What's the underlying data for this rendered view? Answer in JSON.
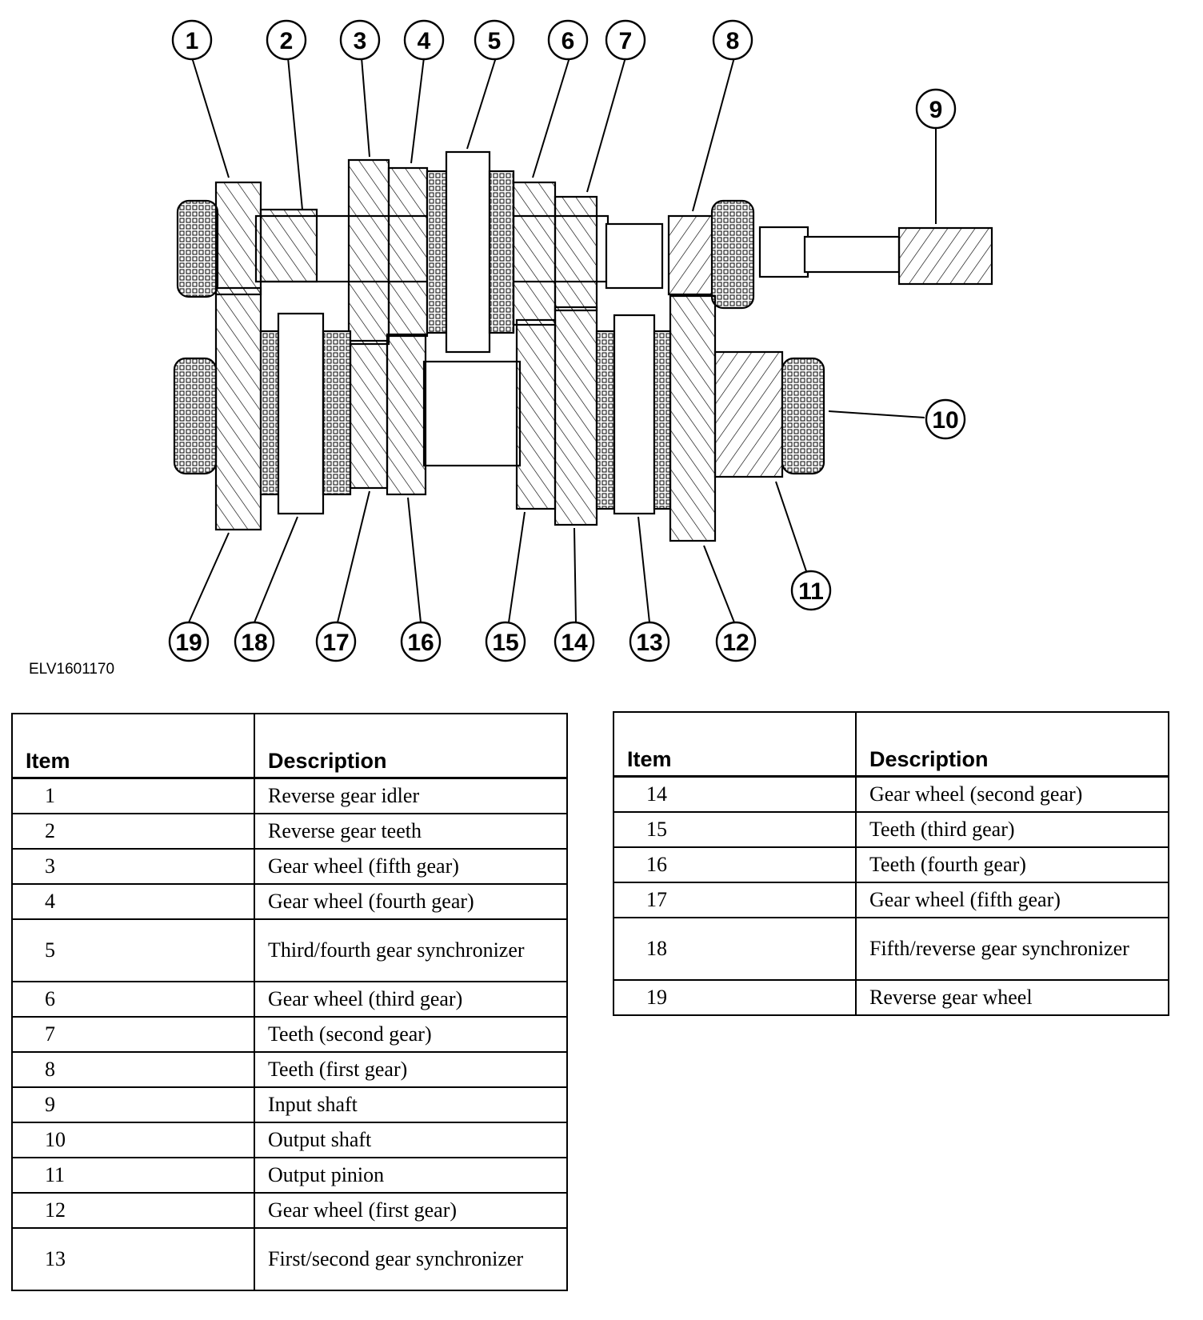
{
  "figure_id": "ELV1601170",
  "callouts": [
    "1",
    "2",
    "3",
    "4",
    "5",
    "6",
    "7",
    "8",
    "9",
    "10",
    "11",
    "12",
    "13",
    "14",
    "15",
    "16",
    "17",
    "18",
    "19"
  ],
  "table_headers": {
    "item": "Item",
    "description": "Description"
  },
  "legend_left": [
    {
      "item": "1",
      "description": "Reverse gear idler"
    },
    {
      "item": "2",
      "description": "Reverse gear teeth"
    },
    {
      "item": "3",
      "description": "Gear wheel (fifth gear)"
    },
    {
      "item": "4",
      "description": "Gear wheel (fourth gear)"
    },
    {
      "item": "5",
      "description": "Third/fourth gear synchronizer"
    },
    {
      "item": "6",
      "description": "Gear wheel (third gear)"
    },
    {
      "item": "7",
      "description": "Teeth (second gear)"
    },
    {
      "item": "8",
      "description": "Teeth (first gear)"
    },
    {
      "item": "9",
      "description": "Input shaft"
    },
    {
      "item": "10",
      "description": "Output shaft"
    },
    {
      "item": "11",
      "description": "Output pinion"
    },
    {
      "item": "12",
      "description": "Gear wheel (first gear)"
    },
    {
      "item": "13",
      "description": "First/second gear synchronizer"
    }
  ],
  "legend_right": [
    {
      "item": "14",
      "description": "Gear wheel (second gear)"
    },
    {
      "item": "15",
      "description": "Teeth (third gear)"
    },
    {
      "item": "16",
      "description": "Teeth (fourth gear)"
    },
    {
      "item": "17",
      "description": "Gear wheel (fifth gear)"
    },
    {
      "item": "18",
      "description": "Fifth/reverse gear synchronizer"
    },
    {
      "item": "19",
      "description": "Reverse gear wheel"
    }
  ]
}
